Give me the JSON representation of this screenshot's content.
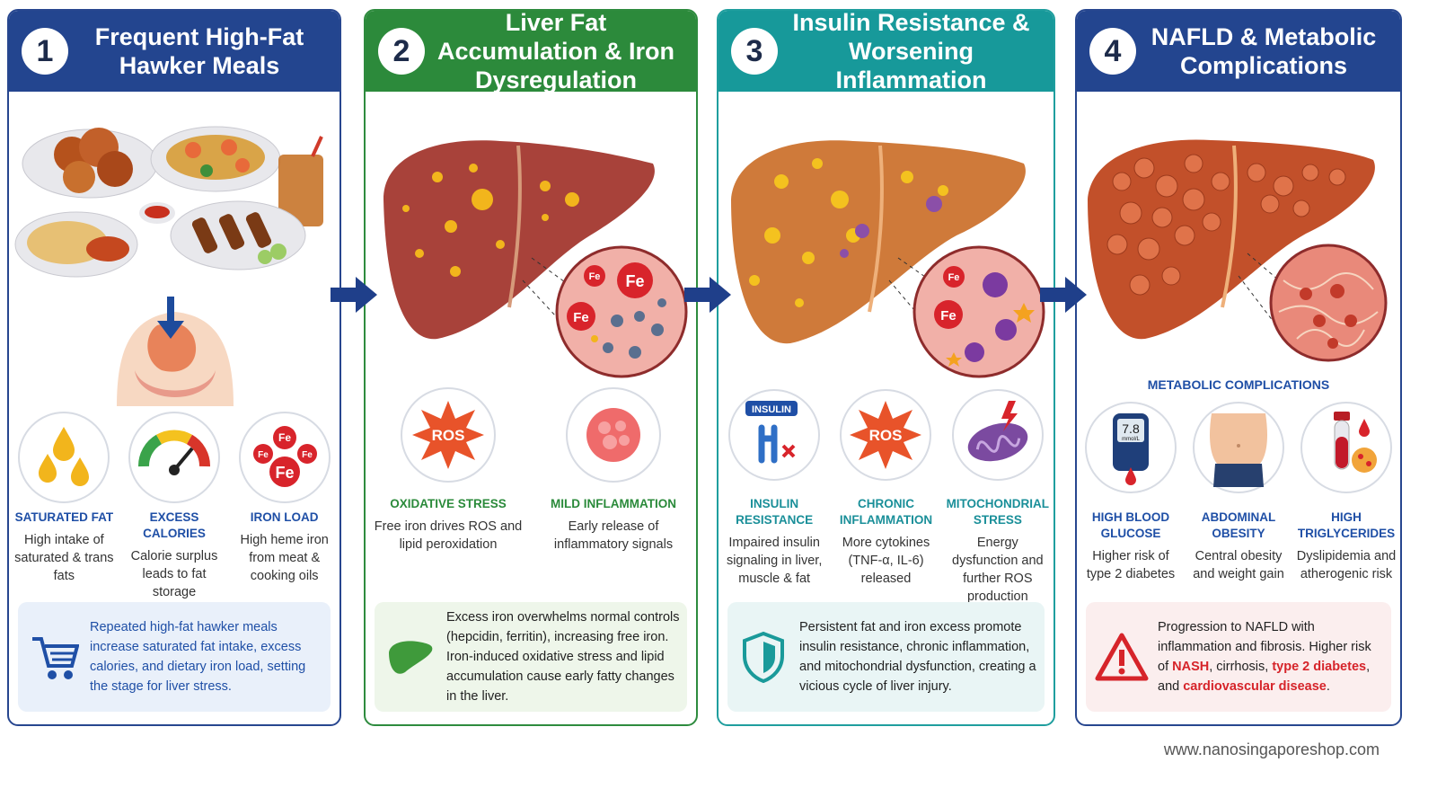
{
  "panels": [
    {
      "number": "1",
      "title": "Frequent High-Fat Hawker Meals",
      "captions": [
        {
          "title": "SATURATED FAT",
          "desc": "High intake of saturated & trans fats"
        },
        {
          "title": "EXCESS CALORIES",
          "desc": "Calorie surplus leads to fat storage"
        },
        {
          "title": "IRON LOAD",
          "desc": "High heme iron from meat & cooking oils"
        }
      ],
      "note": "Repeated high-fat hawker meals increase saturated fat intake, excess calories, and dietary iron load, setting the stage for liver stress."
    },
    {
      "number": "2",
      "title": "Liver Fat Accumulation & Iron Dysregulation",
      "captions": [
        {
          "title": "OXIDATIVE STRESS",
          "desc": "Free iron drives ROS and lipid peroxidation"
        },
        {
          "title": "MILD INFLAMMATION",
          "desc": "Early release of inflammatory signals"
        }
      ],
      "note": "Excess iron overwhelms normal controls (hepcidin, ferritin), increasing free iron. Iron-induced oxidative stress and lipid accumulation cause early fatty changes in the liver."
    },
    {
      "number": "3",
      "title": "Insulin Resistance & Worsening Inflammation",
      "captions": [
        {
          "title": "INSULIN RESISTANCE",
          "desc": "Impaired insulin signaling in liver, muscle & fat"
        },
        {
          "title": "CHRONIC INFLAMMATION",
          "desc": "More cytokines (TNF-α, IL-6) released"
        },
        {
          "title": "MITOCHONDRIAL STRESS",
          "desc": "Energy dysfunction and further ROS production"
        }
      ],
      "note": "Persistent fat and iron excess promote insulin resistance, chronic inflammation, and mitochondrial dysfunction, creating a vicious cycle of liver injury."
    },
    {
      "number": "4",
      "title": "NAFLD & Metabolic Complications",
      "section_label": "METABOLIC COMPLICATIONS",
      "captions": [
        {
          "title": "HIGH BLOOD GLUCOSE",
          "desc": "Higher risk of type 2 diabetes"
        },
        {
          "title": "ABDOMINAL OBESITY",
          "desc": "Central obesity and weight gain"
        },
        {
          "title": "HIGH TRIGLYCERIDES",
          "desc": "Dyslipidemia and atherogenic risk"
        }
      ],
      "note_parts": [
        "Progression to NAFLD with inflammation and fibrosis. Higher risk of ",
        "NASH",
        ", cirrhosis, ",
        "type 2 diabetes",
        ", and ",
        "cardiovascular disease",
        "."
      ]
    }
  ],
  "icon_labels": {
    "fe": "Fe",
    "ros": "ROS",
    "insulin": "INSULIN",
    "glucose_value": "7.8",
    "glucose_unit": "mmol/L"
  },
  "footer": "www.nanosingaporeshop.com",
  "colors": {
    "blue": "#23458f",
    "green": "#2c8a3b",
    "teal": "#17999a",
    "red": "#d6242a"
  }
}
